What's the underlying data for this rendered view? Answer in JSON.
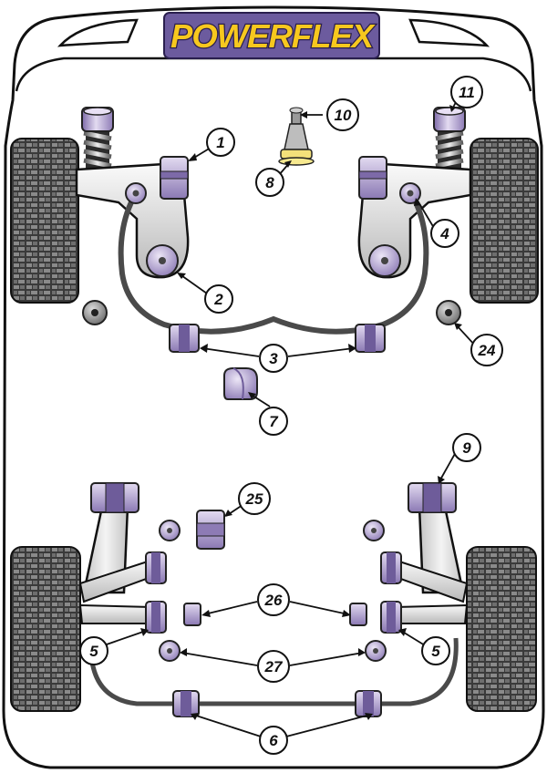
{
  "brand": {
    "name": "POWERFLEX",
    "bg_color": "#6c5b9e",
    "text_color": "#f7c81e"
  },
  "colors": {
    "bush_light": "#d9d0ea",
    "bush_mid": "#b3a4d1",
    "bush_dark": "#7d6aa8",
    "metal_light": "#f2f2f2",
    "metal_dark": "#9a9a9a",
    "tyre": "#3b3b3b",
    "yellow": "#f3e07a"
  },
  "callouts": [
    {
      "id": "c1",
      "label": "1"
    },
    {
      "id": "c2",
      "label": "2"
    },
    {
      "id": "c3",
      "label": "3"
    },
    {
      "id": "c4",
      "label": "4"
    },
    {
      "id": "c5a",
      "label": "5"
    },
    {
      "id": "c5b",
      "label": "5"
    },
    {
      "id": "c6",
      "label": "6"
    },
    {
      "id": "c7",
      "label": "7"
    },
    {
      "id": "c8",
      "label": "8"
    },
    {
      "id": "c9",
      "label": "9"
    },
    {
      "id": "c10",
      "label": "10"
    },
    {
      "id": "c11",
      "label": "11"
    },
    {
      "id": "c24",
      "label": "24"
    },
    {
      "id": "c25",
      "label": "25"
    },
    {
      "id": "c26",
      "label": "26"
    },
    {
      "id": "c27",
      "label": "27"
    }
  ]
}
